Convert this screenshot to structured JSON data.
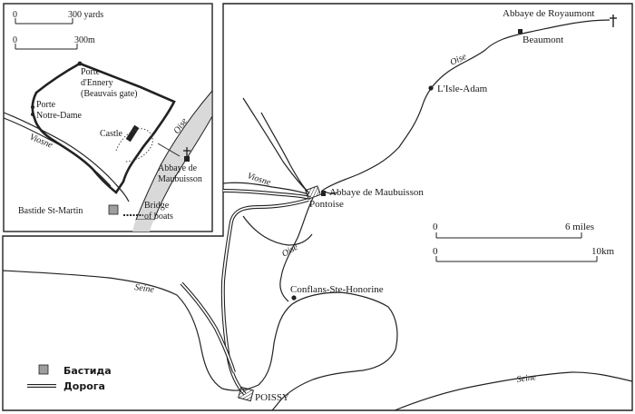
{
  "scales": {
    "main_miles": {
      "start": "0",
      "end": "6 miles"
    },
    "main_km": {
      "start": "0",
      "end": "10km"
    },
    "inset_yards": {
      "start": "0",
      "end": "300 yards"
    },
    "inset_m": {
      "start": "0",
      "end": "300m"
    }
  },
  "places": {
    "royaumont": "Abbaye de Royaumont",
    "beaumont": "Beaumont",
    "isle_adam": "L'Isle-Adam",
    "maubuisson": "Abbaye de Maubuisson",
    "pontoise": "Pontoise",
    "conflans": "Conflans-Ste-Honorine",
    "poissy": "POISSY"
  },
  "rivers": {
    "oise_upper": "Oise",
    "oise_lower": "Oise",
    "viosne": "Viosne",
    "seine_left": "Seine",
    "seine_right": "Seine"
  },
  "inset": {
    "porte_ennery_1": "Porte",
    "porte_ennery_2": "d'Ennery",
    "porte_ennery_3": "(Beauvais gate)",
    "porte_nd_1": "Porte",
    "porte_nd_2": "Notre-Dame",
    "castle": "Castle",
    "oise": "Oise",
    "viosne": "Viosne",
    "abbaye_1": "Abbaye de",
    "abbaye_2": "Maubuisson",
    "bastide": "Bastide St-Martin",
    "bridge_1": "Bridge",
    "bridge_2": "of boats"
  },
  "legend": {
    "bastide": "Бастида",
    "road": "Дорога"
  },
  "colors": {
    "ink": "#1a1a1a",
    "bastide_fill": "#9e9e9e",
    "river_band": "#d9d9d9"
  },
  "icons": [
    "cross-icon",
    "abbey-icon",
    "town-dot-icon",
    "castle-icon"
  ]
}
